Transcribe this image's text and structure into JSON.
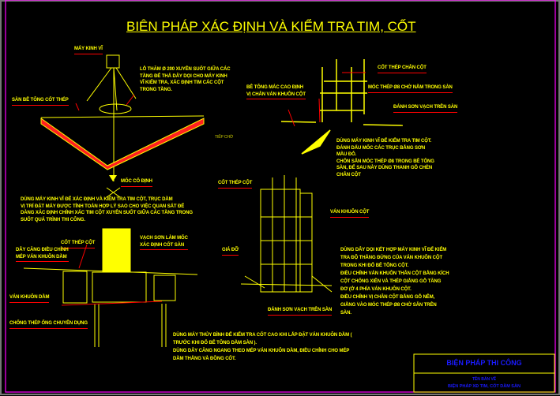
{
  "title": "BIÊN PHÁP XÁC ĐỊNH VÀ KIỂM TRA TIM, CỐT",
  "labels": {
    "theodolite": "MÁY KINH VĨ",
    "hole_note": [
      "LỖ THĂM Ø 200 XUYÊN SUỐT GIỮA CÁC",
      "TẦNG ĐỂ THẢ DÂY DỌI CHO MÁY KINH",
      "VĨ KIỂM TRA, XÁC ĐỊNH TIM CÁC CỘT",
      "TRONG TẦNG."
    ],
    "slab": "SÀN BÊ TÔNG CỐT THÉP",
    "fixed_mark": "MỐC CỐ ĐỊNH",
    "tiep_cho": "TIẾP CHỜ",
    "concrete_pos": [
      "BÊ TÔNG MÁC CAO ĐỊNH",
      "VỊ CHÂN VÁN KHUÔN CỘT"
    ],
    "col_base_steel": "CỐT THÉP CHÂN CỘT",
    "hook_steel": "MÓC THÉP Ø8 CHỜ NẰM TRONG SÀN",
    "paint_mark_top": "ĐÁNH SƠN VẠCH TRÊN SÀN",
    "bullets": [
      "DÙNG MÁY KINH VĨ ĐỂ KIỂM TRA TIM CỘT.",
      "ĐÁNH DẤU MỐC CÁC TRỤC BẰNG SƠN",
      "MÀU ĐỎ.",
      "CHÔN SẴN MÓC THÉP Ø8 TRONG BÊ TÔNG",
      "SÀN, ĐỂ SAU NÀY DÙNG THANH GỖ CHÈN",
      "CHÂN CỘT"
    ],
    "theodolite_note": [
      "DÙNG MÁY KINH VĨ ĐỂ XÁC ĐỊNH VÀ KIỂM TRA TIM CỘT, TRỤC DẦM",
      "VỊ TRÍ ĐẶT MÁY ĐƯỢC TÍNH TOÁN HỢP LÝ SAO CHO VIỆC QUAN SÁT ĐỂ",
      "DÀNG XÁC ĐỊNH CHÍNH XÁC TIM CỘT XUYÊN SUỐT GIỮA CÁC TẦNG TRONG",
      "SUỐT QUÁ TRÌNH THI CÔNG."
    ],
    "col_steel_left": "CỐT THÉP CỘT",
    "col_steel_right": "CỐT THÉP CỘT",
    "beam_string": [
      "DÂY CĂNG ĐIỀU CHỈNH",
      "MÉP VÁN KHUÔN DẦM"
    ],
    "paint_level": [
      "VẠCH SƠN LÀM MỐC",
      "XÁC ĐỊNH CỐT SÀN"
    ],
    "beam_form": "VÁN KHUÔN DẦM",
    "steel_prop": "CHỐNG THÉP ỐNG CHUYÊN DỤNG",
    "col_form": "VÁN KHUÔN CỘT",
    "support": "GIÁ ĐỠ",
    "paint_mark_bottom": "ĐÁNH SƠN VẠCH TRÊN SÀN",
    "plumb_note": [
      "DÙNG DÂY DỌI KẾT HỢP MÁY KINH VĨ ĐỂ KIỂM",
      "TRA ĐỘ THẲNG ĐỨNG CỦA VÁN KHUÔN CỘT",
      "TRONG KHI ĐỔ BÊ TÔNG CỘT.",
      "ĐIỀU CHỈNH VÁN KHUÔN THÂN CỘT BẰNG KÍCH",
      "CỘT CHỐNG XIÊN VÀ THÉP GIẰNG GỖ TĂNG",
      "ĐƠ (Ở 4 PHÍA VÁN KHUÔN CỘT.",
      "ĐIỀU CHỈNH VỊ CHÂN CỘT BẰNG GỖ NÊM,",
      "GIẰNG VÀO MÓC THÉP Ø8 CHỜ SẴN TRÊN",
      "SÀN."
    ],
    "level_note": [
      "DÙNG MÁY THỦY BÌNH ĐỂ KIỂM TRA CỐT CAO KHI LẮP ĐẶT VÁN KHUÔN DẦM (",
      "TRƯỚC KHI ĐỔ BÊ TÔNG DẦM SÀN ).",
      "DÙNG DÂY CĂNG NGANG THEO MÉP VÁN KHUÔN DẦM, ĐIỀU CHỈNH CHO MÉP",
      "DẦM THẲNG VÀ ĐỒNG CỐT."
    ]
  },
  "title_block": {
    "heading": "BIỆN PHÁP THI CÔNG",
    "sub1": "TÊN BẢN VẼ",
    "sub2": "BIỆN PHÁP XĐ TIM, CỐT DẦM SÀN"
  },
  "colors": {
    "line": "#ffff00",
    "leader": "#ff0000",
    "frame": "#ff00ff",
    "block_text": "#1a1aff"
  }
}
